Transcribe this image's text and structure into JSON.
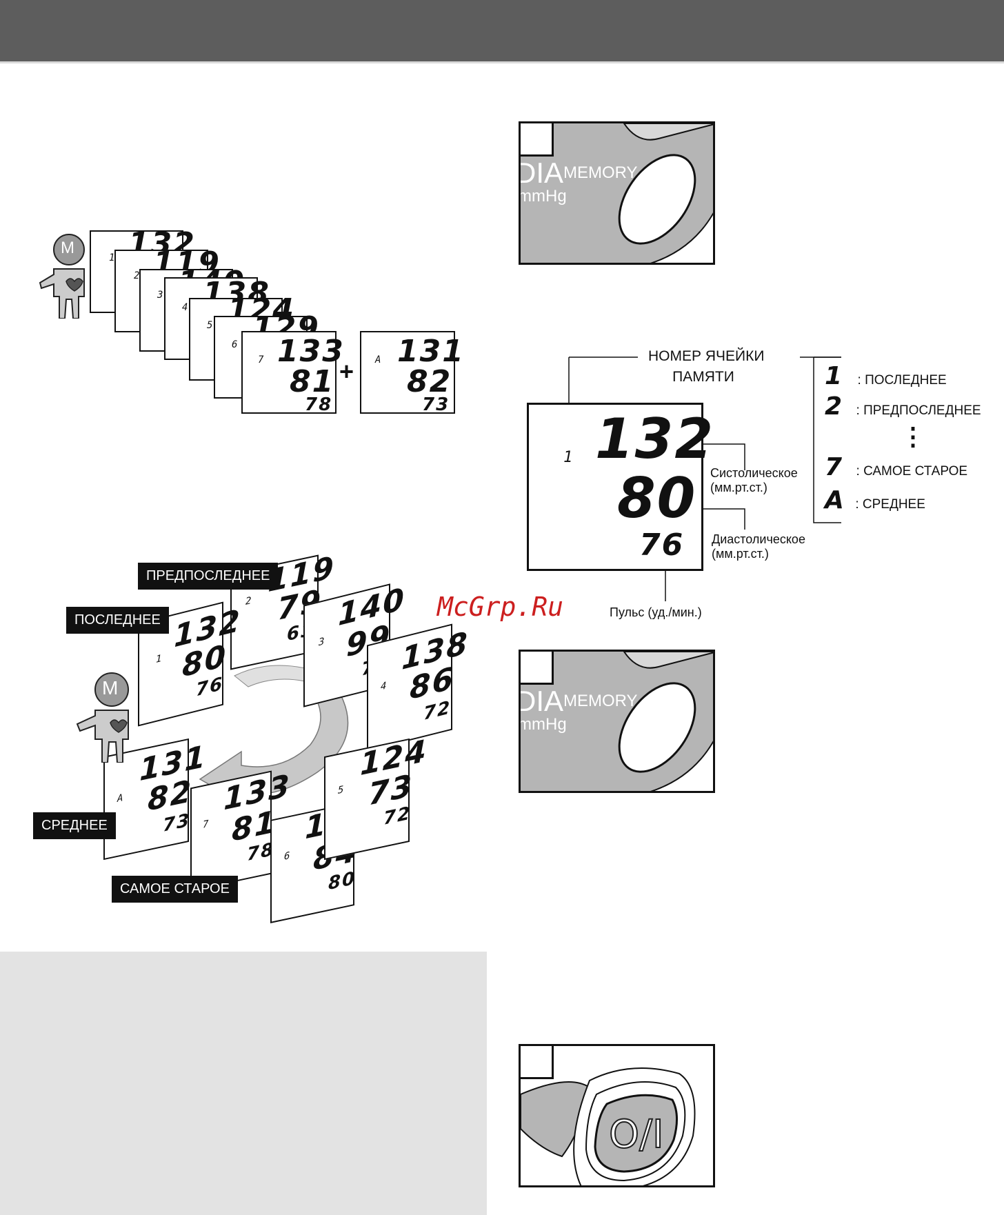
{
  "device": {
    "dia_text": "DIA",
    "unit_text": "mmHg",
    "memory_text": "MEMORY",
    "power_symbol": "O/I"
  },
  "memory_stack": {
    "cards": [
      {
        "slot": "1",
        "sys": "132",
        "dia": "80",
        "pulse": "76"
      },
      {
        "slot": "2",
        "sys": "119",
        "dia": "79",
        "pulse": "63"
      },
      {
        "slot": "3",
        "sys": "140",
        "dia": "99",
        "pulse": "71"
      },
      {
        "slot": "4",
        "sys": "138",
        "dia": "86",
        "pulse": "72"
      },
      {
        "slot": "5",
        "sys": "124",
        "dia": "73",
        "pulse": "72"
      },
      {
        "slot": "6",
        "sys": "129",
        "dia": "84",
        "pulse": "80"
      },
      {
        "slot": "7",
        "sys": "133",
        "dia": "81",
        "pulse": "78"
      }
    ],
    "plus_sign": "+",
    "average_card": {
      "slot": "A",
      "sys": "131",
      "dia": "82",
      "pulse": "73"
    }
  },
  "display_legend": {
    "memory_slot_label_line1": "НОМЕР ЯЧЕЙКИ",
    "memory_slot_label_line2": "ПАМЯТИ",
    "example": {
      "slot": "1",
      "sys": "132",
      "dia": "80",
      "pulse": "76"
    },
    "systolic_label_line1": "Систолическое",
    "systolic_label_line2": "(мм.рт.ст.)",
    "diastolic_label_line1": "Диастолическое",
    "diastolic_label_line2": "(мм.рт.ст.)",
    "pulse_label": "Пульс (уд./мин.)",
    "slot_legend": [
      {
        "symbol": "1",
        "text": ": ПОСЛЕДНЕЕ"
      },
      {
        "symbol": "2",
        "text": ": ПРЕДПОСЛЕДНЕЕ"
      },
      {
        "symbol": "7",
        "text": ": САМОЕ СТАРОЕ"
      },
      {
        "symbol": "A",
        "text": ": СРЕДНЕЕ"
      }
    ],
    "ellipsis": "⋮"
  },
  "cycle": {
    "tag_last": "ПОСЛЕДНЕЕ",
    "tag_prelast": "ПРЕДПОСЛЕДНЕЕ",
    "tag_average": "СРЕДНЕЕ",
    "tag_oldest": "САМОЕ СТАРОЕ"
  },
  "person_letter": "M",
  "watermark": "McGrp.Ru",
  "colors": {
    "header": "#5d5d5d",
    "device_grey": "#b5b5b5",
    "panel_grey": "#e3e3e3",
    "watermark": "#cc1f1f"
  }
}
